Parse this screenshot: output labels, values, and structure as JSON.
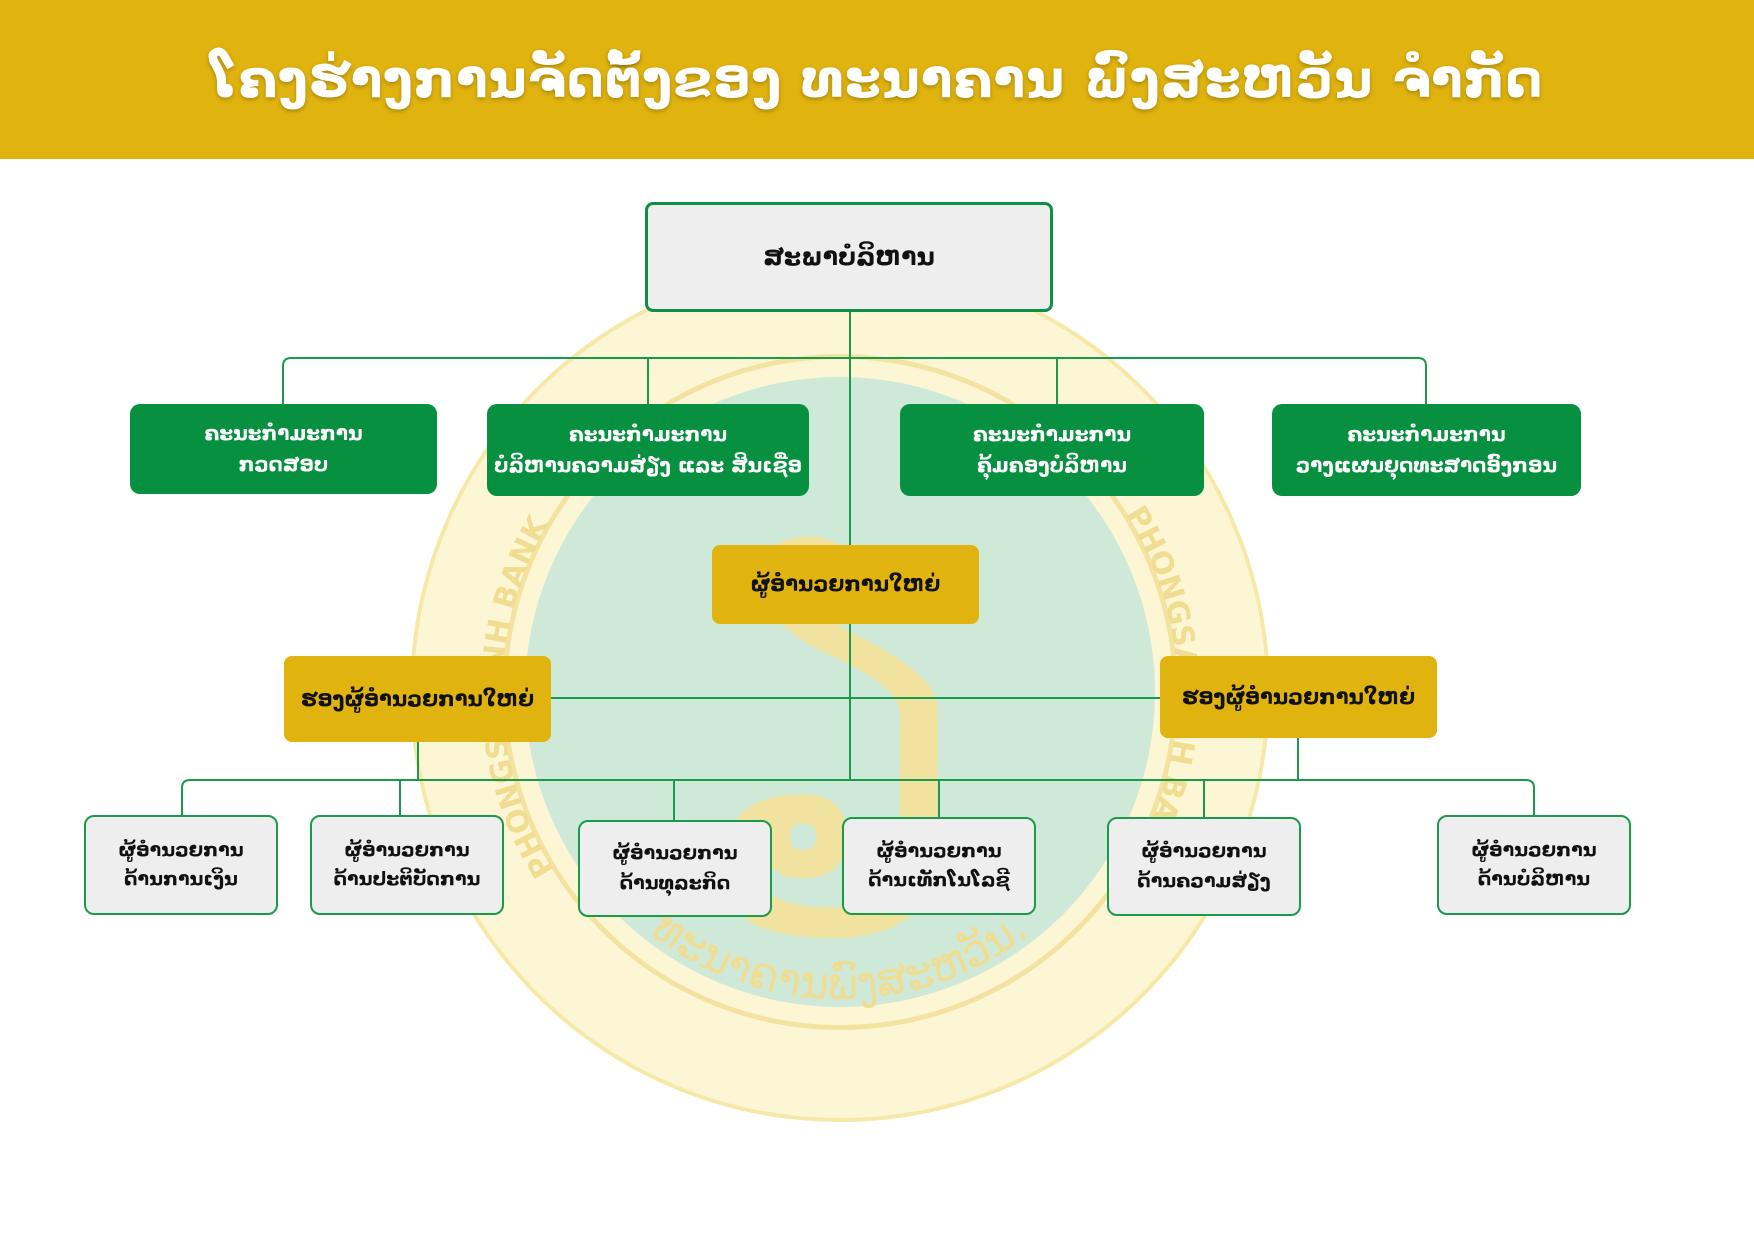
{
  "header": {
    "title": "ໂຄງຮ່າງການຈັດຕັ້ງຂອງ ທະນາຄານ ພົງສະຫວັນ ຈຳກັດ"
  },
  "colors": {
    "header_bg": "#e0b30f",
    "green": "#07903f",
    "gold": "#e0b30f",
    "line": "#1a9a4a"
  },
  "watermark": {
    "bottom_text": "ທະນາຄານພົງສະຫວັນ.",
    "side_text": "PHONGSAVANH BANK."
  },
  "board": {
    "label": "ສະພາບໍລິຫານ"
  },
  "committees": [
    {
      "line1": "ຄະນະກຳມະການ",
      "line2": "ກວດສອບ"
    },
    {
      "line1": "ຄະນະກຳມະການ",
      "line2": "ບໍລິຫານຄວາມສ່ຽງ ແລະ ສິນເຊື່ອ"
    },
    {
      "line1": "ຄະນະກຳມະການ",
      "line2": "ຄຸ້ມຄອງບໍລິຫານ"
    },
    {
      "line1": "ຄະນະກຳມະການ",
      "line2": "ວາງແຜນຍຸດທະສາດອົງກອນ"
    }
  ],
  "ceo": {
    "label": "ຜູ້ອຳນວຍການໃຫຍ່"
  },
  "deputies": [
    {
      "label": "ຮອງຜູ້ອຳນວຍການໃຫຍ່"
    },
    {
      "label": "ຮອງຜູ້ອຳນວຍການໃຫຍ່"
    }
  ],
  "departments": [
    {
      "line1": "ຜູ້ອຳນວຍການ",
      "line2": "ດ້ານການເງິນ"
    },
    {
      "line1": "ຜູ້ອຳນວຍການ",
      "line2": "ດ້ານປະຕິບັດການ"
    },
    {
      "line1": "ຜູ້ອຳນວຍການ",
      "line2": "ດ້ານທຸລະກິດ"
    },
    {
      "line1": "ຜູ້ອຳນວຍການ",
      "line2": "ດ້ານເທັກໂນໂລຊີ"
    },
    {
      "line1": "ຜູ້ອຳນວຍການ",
      "line2": "ດ້ານຄວາມສ່ຽງ"
    },
    {
      "line1": "ຜູ້ອຳນວຍການ",
      "line2": "ດ້ານບໍລິຫານ"
    }
  ]
}
